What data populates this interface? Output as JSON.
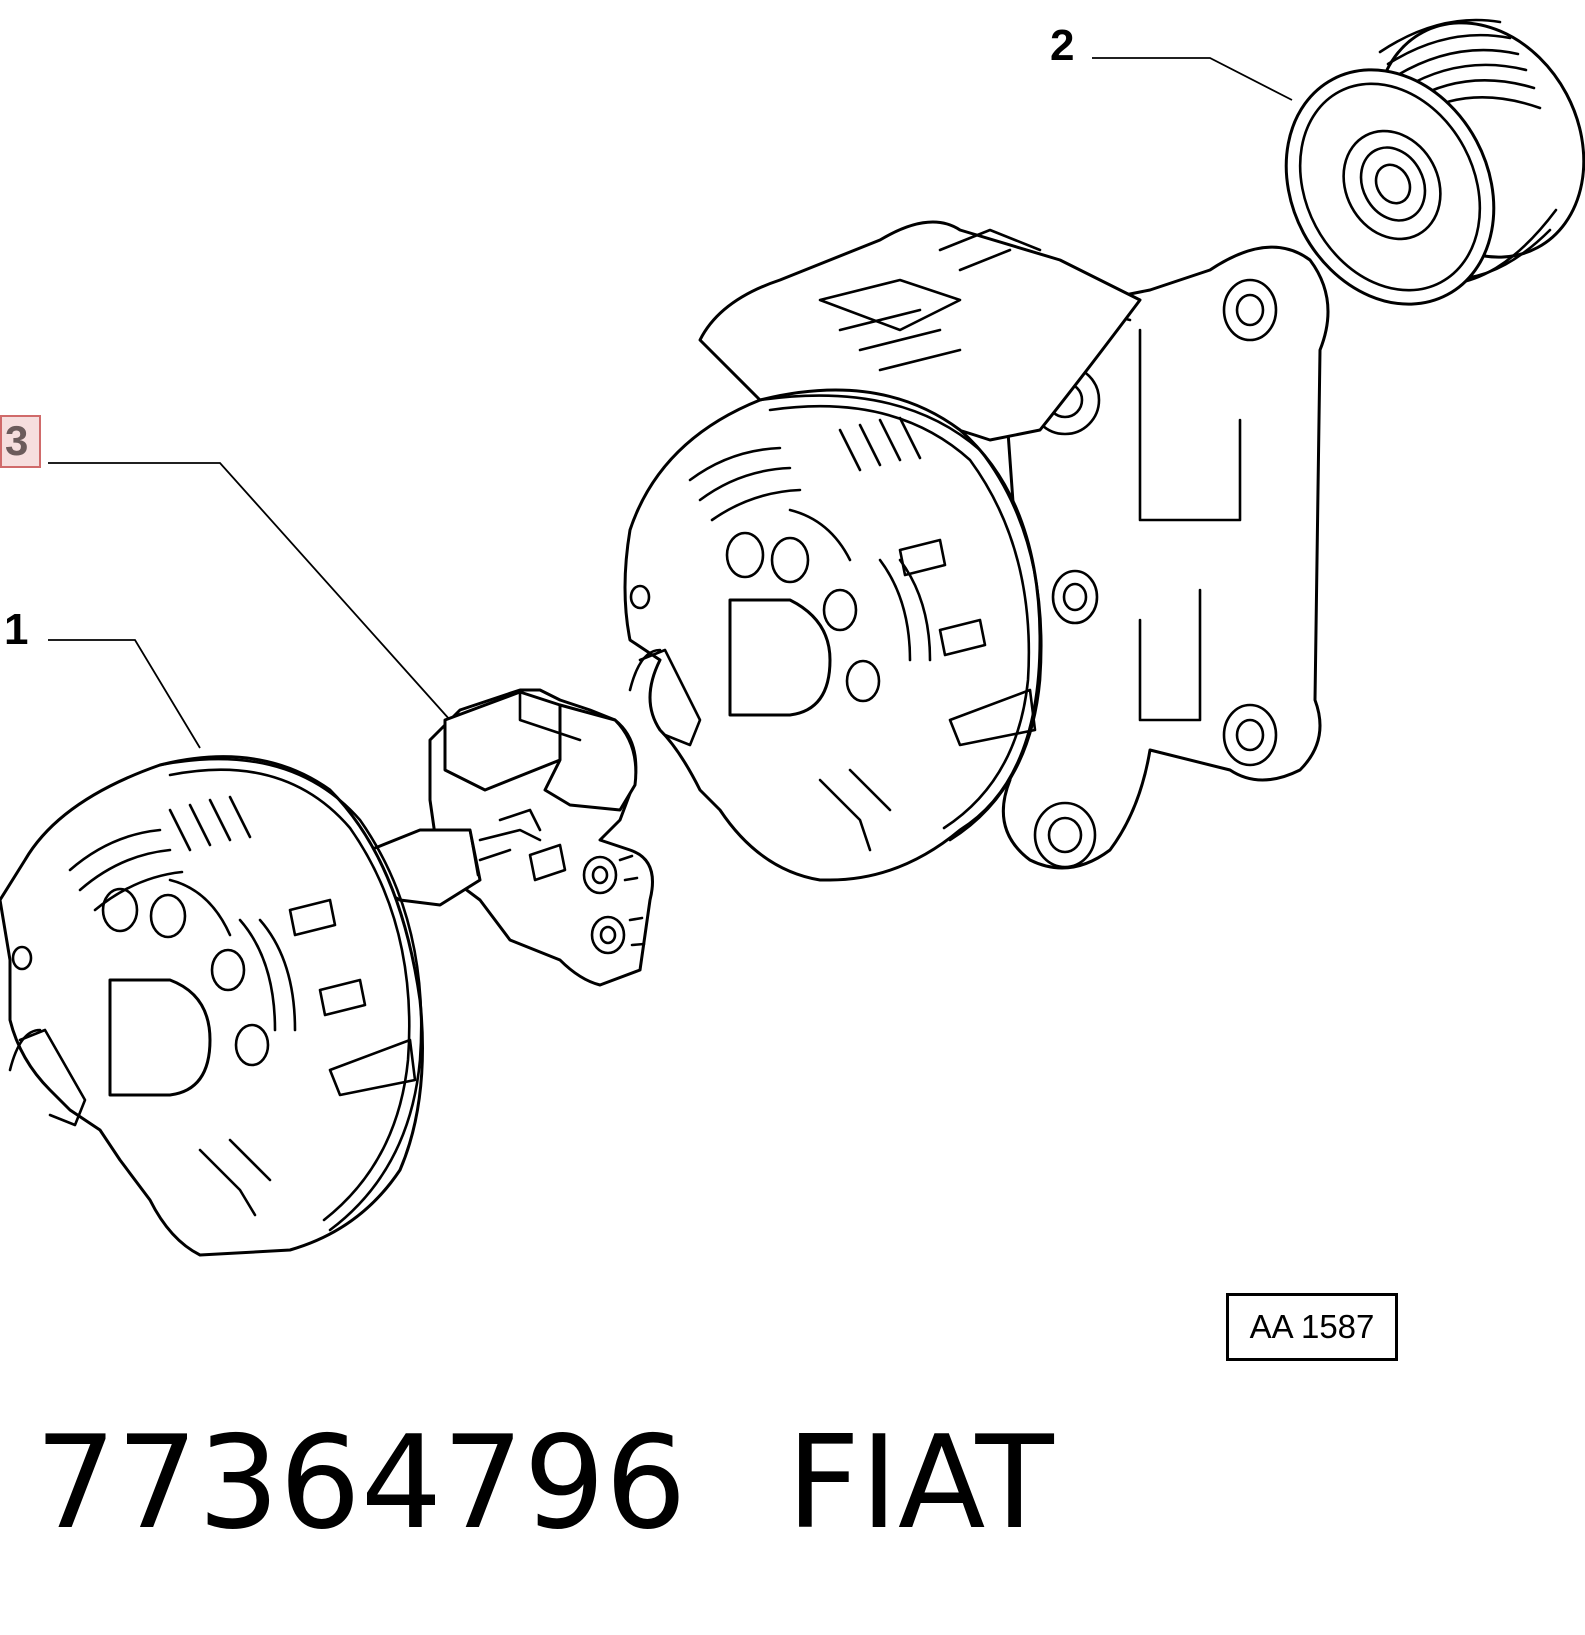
{
  "diagram": {
    "callouts": [
      {
        "id": "1",
        "label": "1"
      },
      {
        "id": "2",
        "label": "2"
      },
      {
        "id": "3",
        "label": "3",
        "highlighted": true
      }
    ],
    "reference_code": "AA 1587",
    "highlight_colors": {
      "border": "#d06a6a",
      "fill": "#f6dede",
      "text": "#6b5b5b"
    }
  },
  "footer": {
    "part_number": "77364796",
    "brand": "FIAT"
  }
}
